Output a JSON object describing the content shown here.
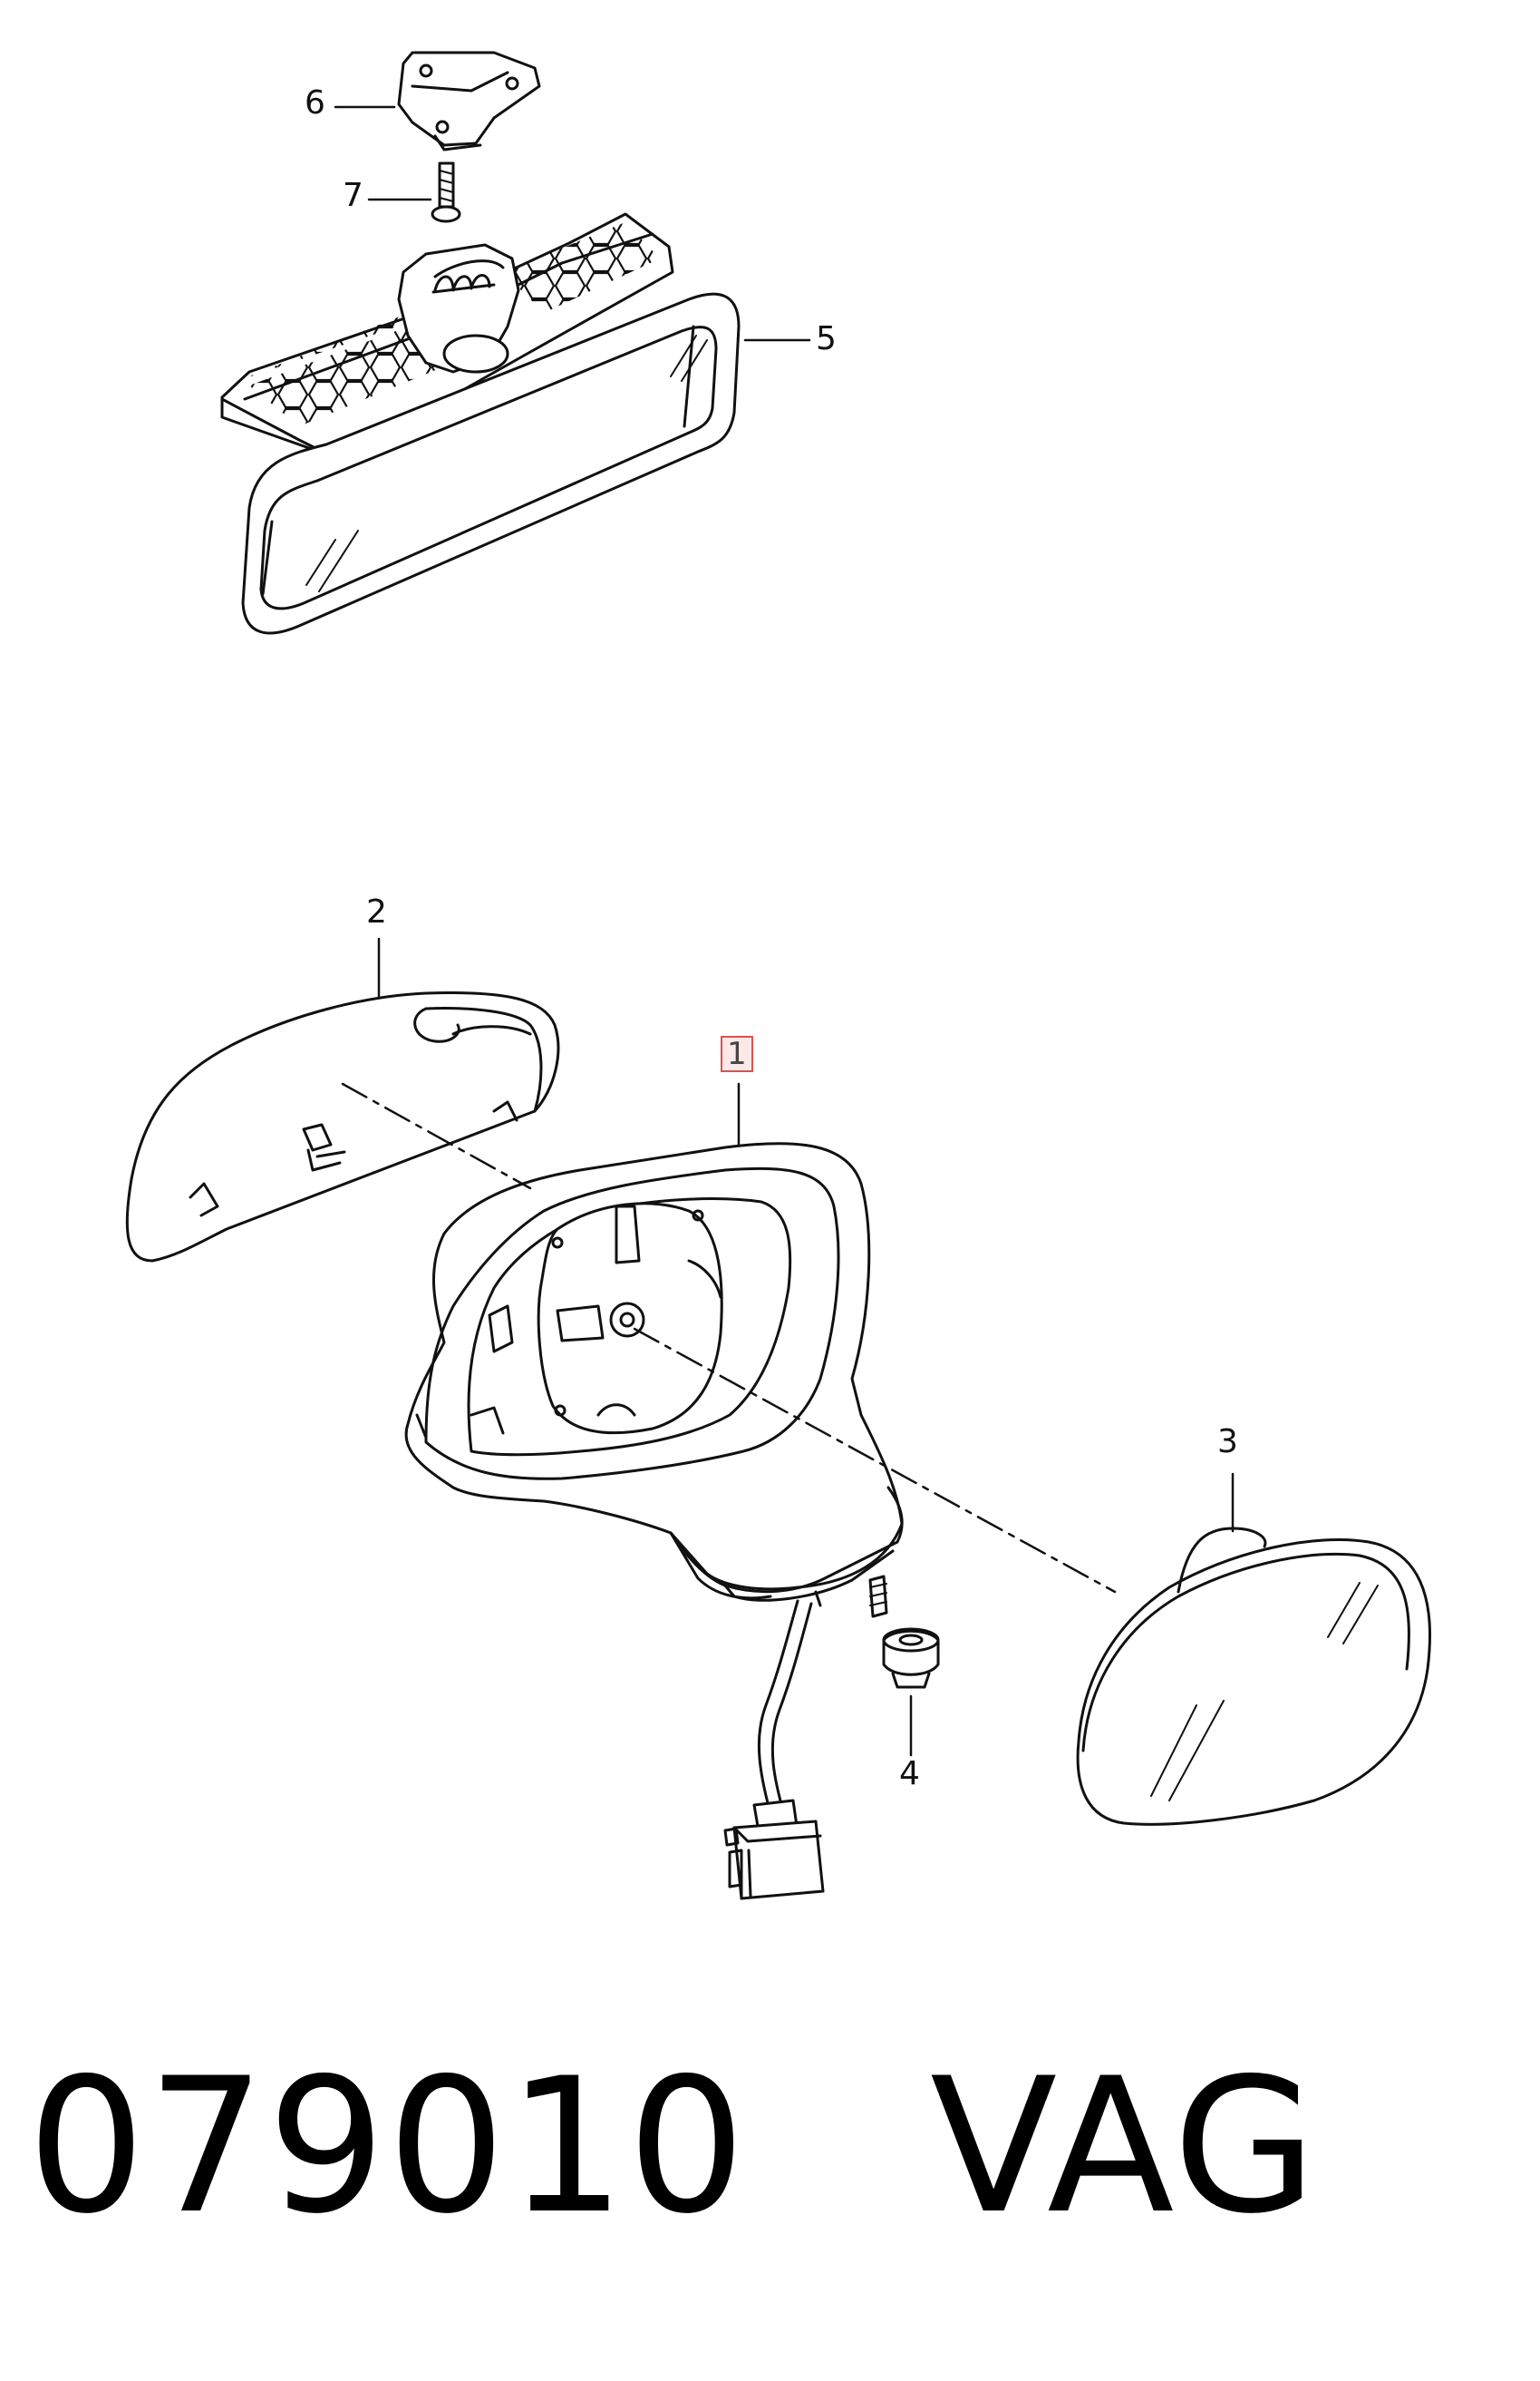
{
  "callouts": {
    "c1": "1",
    "c2": "2",
    "c3": "3",
    "c4": "4",
    "c5": "5",
    "c6": "6",
    "c7": "7"
  },
  "footer": {
    "part_number": "079010",
    "brand": "VAG"
  },
  "colors": {
    "line": "#111111",
    "highlight_border": "#d9534f",
    "highlight_fill": "#fde8e8"
  }
}
